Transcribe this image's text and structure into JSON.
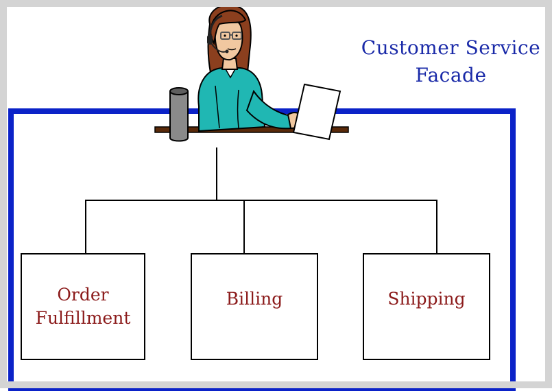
{
  "facade": {
    "label_line1": "Customer Service",
    "label_line2": "Facade",
    "border_color": "#0b22c8",
    "label_color": "#1a2aa8"
  },
  "agent": {
    "icon": "customer-service-agent-icon",
    "hair_color": "#8b3f1e",
    "shirt_color": "#20b7b3"
  },
  "subsystems": {
    "order": {
      "line1": "Order",
      "line2": "Fulfillment"
    },
    "billing": {
      "line1": "Billing"
    },
    "shipping": {
      "line1": "Shipping"
    },
    "label_color": "#8b1a1a"
  }
}
